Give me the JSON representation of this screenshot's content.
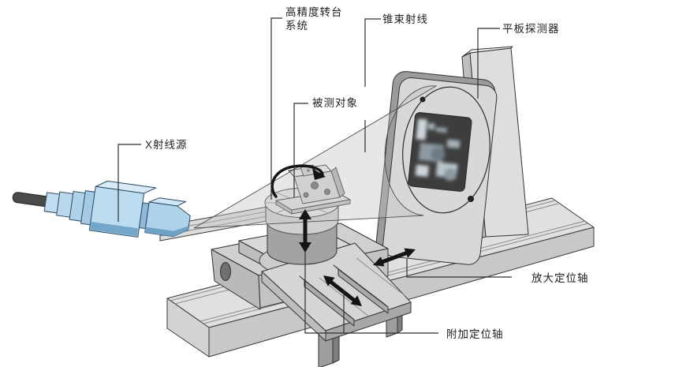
{
  "figure": {
    "labels": {
      "turntable_line1": "高精度转台",
      "turntable_line2": "系统",
      "cone_beam": "锥束射线",
      "detector": "平板探测器",
      "specimen": "被测对象",
      "xray_source": "X射线源",
      "magnification_axis": "放大定位轴",
      "additional_axis": "附加定位轴"
    },
    "icons": [
      "rotation-arrow",
      "vertical-double-arrow",
      "cross-axis-double-arrow",
      "magnification-axis-double-arrow"
    ],
    "colors": {
      "background": "#ffffff",
      "metal_light": "#dfe0e1",
      "metal_mid": "#c7c8c9",
      "metal_dark": "#9d9e9f",
      "outline": "#333333",
      "source_blue": "#bcdcf0",
      "source_blue_shade": "#74a7c9",
      "beam_fill": "rgba(190,192,194,0.38)",
      "detector_screen": "#3d3d3d",
      "arrow": "#141414",
      "label_text": "#1f1f1f"
    }
  }
}
